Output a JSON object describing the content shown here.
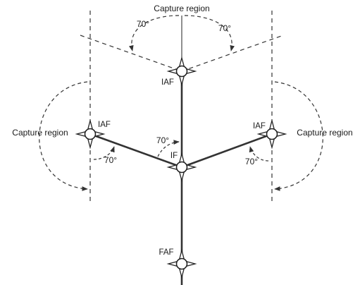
{
  "labels": {
    "capture_top": "Capture region",
    "capture_left": "Capture region",
    "capture_right": "Capture region",
    "angle_top_left": "70°",
    "angle_top_right": "70°",
    "angle_center": "70°",
    "angle_left": "70°",
    "angle_right": "70°",
    "iaf_top": "IAF",
    "iaf_left": "IAF",
    "iaf_right": "IAF",
    "if_center": "IF",
    "faf_bottom": "FAF"
  },
  "colors": {
    "line": "#333333",
    "dash": "#333333",
    "fix_fill": "#ffffff"
  },
  "icons": {
    "fix_symbol": "four-point-star-circle-icon"
  }
}
